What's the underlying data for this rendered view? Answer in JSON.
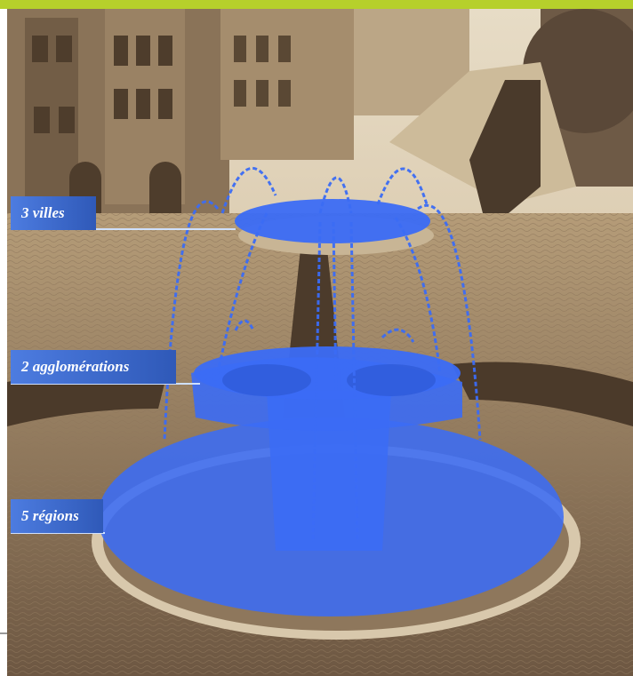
{
  "labels": {
    "villes": "3 villes",
    "agglomerations": "2 agglomérations",
    "regions": "5 régions"
  },
  "colors": {
    "top_bar": "#b6d02b",
    "water_blue": "#3b6cf5",
    "label_fill": "#3f6fd0",
    "sepia_dark": "#5b4632",
    "sepia_light": "#d9c7a8"
  },
  "icons": {
    "background": "sepia-fountain-photo"
  }
}
